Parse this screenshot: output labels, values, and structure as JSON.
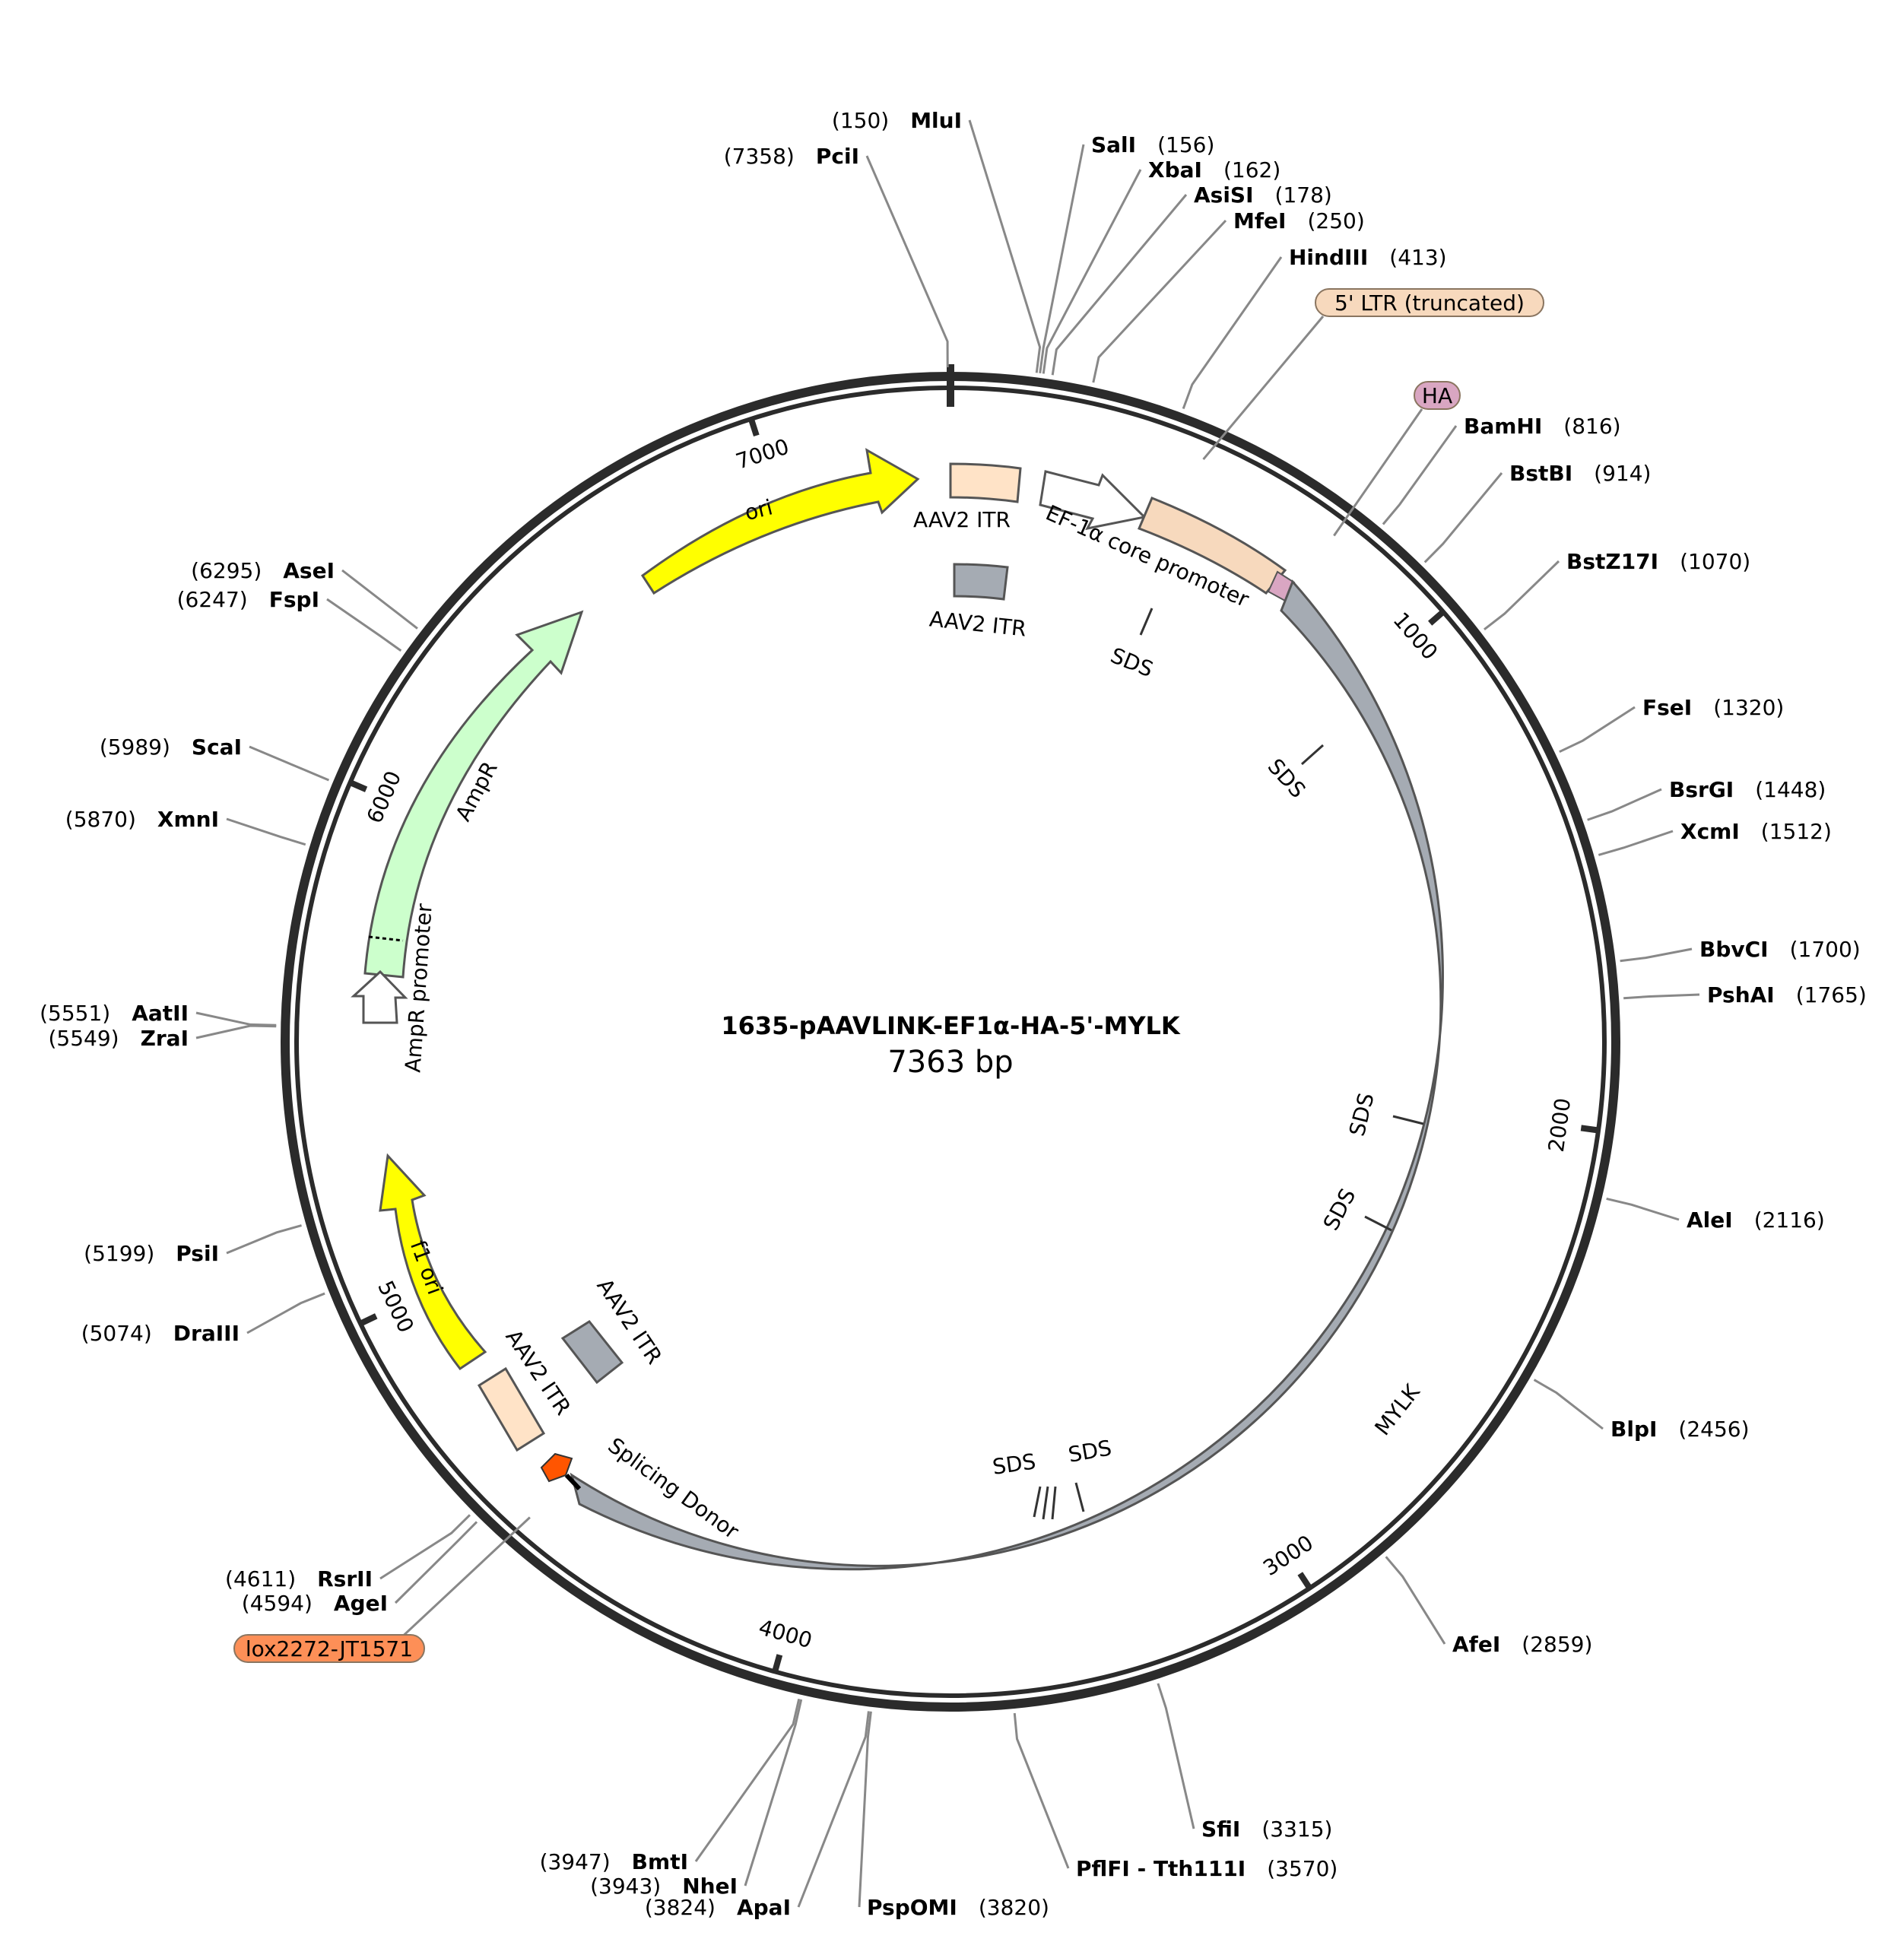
{
  "plasmid": {
    "name": "1635-pAAVLINK-EF1α-HA-5'-MYLK",
    "length_label": "7363 bp",
    "length": 7363
  },
  "ticks": [
    {
      "pos": 1000,
      "label": "1000"
    },
    {
      "pos": 2000,
      "label": "2000"
    },
    {
      "pos": 3000,
      "label": "3000"
    },
    {
      "pos": 4000,
      "label": "4000"
    },
    {
      "pos": 5000,
      "label": "5000"
    },
    {
      "pos": 6000,
      "label": "6000"
    },
    {
      "pos": 7000,
      "label": "7000"
    }
  ],
  "sites": [
    {
      "name": "MluI",
      "pos": 150,
      "pos_label": "(150)"
    },
    {
      "name": "PciI",
      "pos": 7358,
      "pos_label": "(7358)"
    },
    {
      "name": "SalI",
      "pos": 156,
      "pos_label": "(156)"
    },
    {
      "name": "XbaI",
      "pos": 162,
      "pos_label": "(162)"
    },
    {
      "name": "AsiSI",
      "pos": 178,
      "pos_label": "(178)"
    },
    {
      "name": "MfeI",
      "pos": 250,
      "pos_label": "(250)"
    },
    {
      "name": "HindIII",
      "pos": 413,
      "pos_label": "(413)"
    },
    {
      "name": "BamHI",
      "pos": 816,
      "pos_label": "(816)"
    },
    {
      "name": "BstBI",
      "pos": 914,
      "pos_label": "(914)"
    },
    {
      "name": "BstZ17I",
      "pos": 1070,
      "pos_label": "(1070)"
    },
    {
      "name": "FseI",
      "pos": 1320,
      "pos_label": "(1320)"
    },
    {
      "name": "BsrGI",
      "pos": 1448,
      "pos_label": "(1448)"
    },
    {
      "name": "XcmI",
      "pos": 1512,
      "pos_label": "(1512)"
    },
    {
      "name": "BbvCI",
      "pos": 1700,
      "pos_label": "(1700)"
    },
    {
      "name": "PshAI",
      "pos": 1765,
      "pos_label": "(1765)"
    },
    {
      "name": "AleI",
      "pos": 2116,
      "pos_label": "(2116)"
    },
    {
      "name": "BlpI",
      "pos": 2456,
      "pos_label": "(2456)"
    },
    {
      "name": "AfeI",
      "pos": 2859,
      "pos_label": "(2859)"
    },
    {
      "name": "SfiI",
      "pos": 3315,
      "pos_label": "(3315)"
    },
    {
      "name": "PflFI - Tth111I",
      "pos": 3570,
      "pos_label": "(3570)"
    },
    {
      "name": "PspOMI",
      "pos": 3820,
      "pos_label": "(3820)"
    },
    {
      "name": "ApaI",
      "pos": 3824,
      "pos_label": "(3824)"
    },
    {
      "name": "NheI",
      "pos": 3943,
      "pos_label": "(3943)"
    },
    {
      "name": "BmtI",
      "pos": 3947,
      "pos_label": "(3947)"
    },
    {
      "name": "AgeI",
      "pos": 4594,
      "pos_label": "(4594)"
    },
    {
      "name": "RsrII",
      "pos": 4611,
      "pos_label": "(4611)"
    },
    {
      "name": "DraIII",
      "pos": 5074,
      "pos_label": "(5074)"
    },
    {
      "name": "PsiI",
      "pos": 5199,
      "pos_label": "(5199)"
    },
    {
      "name": "ZraI",
      "pos": 5549,
      "pos_label": "(5549)"
    },
    {
      "name": "AatII",
      "pos": 5551,
      "pos_label": "(5551)"
    },
    {
      "name": "XmnI",
      "pos": 5870,
      "pos_label": "(5870)"
    },
    {
      "name": "ScaI",
      "pos": 5989,
      "pos_label": "(5989)"
    },
    {
      "name": "FspI",
      "pos": 6247,
      "pos_label": "(6247)"
    },
    {
      "name": "AseI",
      "pos": 6295,
      "pos_label": "(6295)"
    }
  ],
  "ring_features": [
    {
      "name": "5' LTR (truncated)",
      "pos": 480,
      "color": "#f7d9bd"
    },
    {
      "name": "HA",
      "pos": 760,
      "color": "#d9a6c2"
    },
    {
      "name": "lox2272-JT1571",
      "pos": 4530,
      "color": "#fd8f57"
    }
  ],
  "features": [
    {
      "name": "ori",
      "color": "#ffff00",
      "label_inside": true
    },
    {
      "name": "AAV2 ITR",
      "color": "#ffe3c7"
    },
    {
      "name": "AAV2 ITR",
      "color": "#a5abb3"
    },
    {
      "name": "EF-1α core promoter",
      "color": "#ffffff"
    },
    {
      "name": "MYLK",
      "color": "#a5abb3",
      "label_inside": true
    },
    {
      "name": "AmpR",
      "color": "#ccffcc",
      "label_inside": true
    },
    {
      "name": "AmpR promoter",
      "color": "#ffffff"
    },
    {
      "name": "f1 ori",
      "color": "#ffff00",
      "label_inside": true
    },
    {
      "name": "AAV2 ITR",
      "color": "#ffe3c7"
    },
    {
      "name": "AAV2 ITR",
      "color": "#a5abb3"
    },
    {
      "name": "Splicing Donor",
      "color": "#ff5500"
    },
    {
      "name": "SDS",
      "color": "#000000"
    },
    {
      "name": "SDS",
      "color": "#000000"
    },
    {
      "name": "SDS",
      "color": "#000000"
    },
    {
      "name": "SDS",
      "color": "#000000"
    },
    {
      "name": "SDS",
      "color": "#000000"
    },
    {
      "name": "SDS",
      "color": "#000000"
    }
  ],
  "colors": {
    "backbone": "#2b2b2b",
    "site_line": "#888888"
  }
}
